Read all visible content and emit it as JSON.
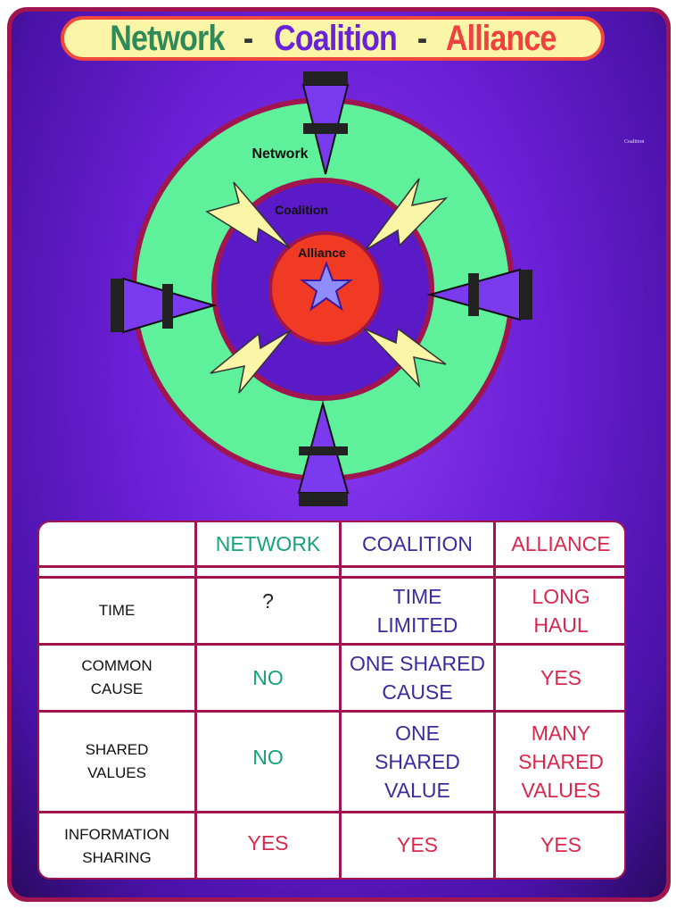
{
  "title": {
    "network": "Network",
    "dash1": "-",
    "coalition": "Coalition",
    "dash2": "-",
    "alliance": "Alliance"
  },
  "diagram": {
    "outer_label": "Network",
    "middle_label": "Coalition",
    "inner_label": "Alliance",
    "corner_note": "Coalition"
  },
  "table": {
    "headers": [
      "",
      "NETWORK",
      "COALITION",
      "ALLIANCE"
    ],
    "rows": [
      {
        "label": "TIME",
        "network": "?",
        "coalition": "TIME\nLIMITED",
        "alliance": "LONG\nHAUL"
      },
      {
        "label": "COMMON\nCAUSE",
        "network": "NO",
        "coalition": "ONE SHARED\nCAUSE",
        "alliance": "YES"
      },
      {
        "label": "SHARED\nVALUES",
        "network": "NO",
        "coalition": "ONE\nSHARED\nVALUE",
        "alliance": "MANY\nSHARED\nVALUES"
      },
      {
        "label": "INFORMATION\nSHARING",
        "network": "YES",
        "coalition": "YES",
        "alliance": "YES"
      }
    ]
  },
  "colors": {
    "network": "#14a37a",
    "coalition": "#3d2a9e",
    "alliance": "#d8284e",
    "frame": "#a0154f"
  }
}
